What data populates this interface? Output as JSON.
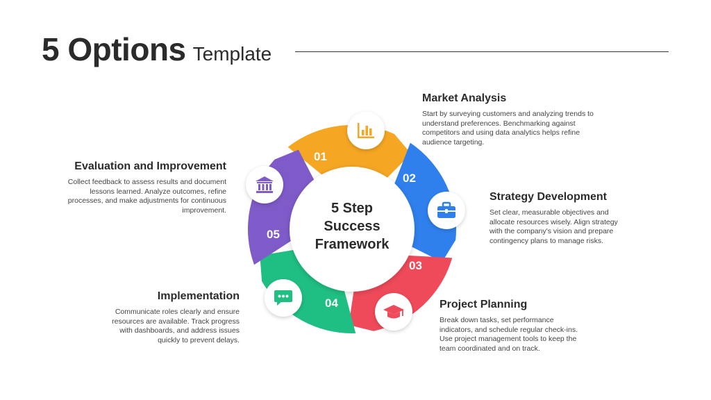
{
  "title": {
    "main": "5 Options",
    "sub": "Template"
  },
  "center": {
    "line1": "5 Step",
    "line2": "Success",
    "line3": "Framework"
  },
  "colors": {
    "step1": "#F5A623",
    "step2": "#2F80ED",
    "step3": "#EF4A5A",
    "step4": "#1FBF83",
    "step5": "#7E5BC9"
  },
  "steps": [
    {
      "number": "01",
      "title": "Market Analysis",
      "icon": "bar-chart-icon",
      "text": "Start by surveying customers and analyzing trends to understand preferences. Benchmarking against competitors and using data analytics helps refine audience targeting."
    },
    {
      "number": "02",
      "title": "Strategy Development",
      "icon": "briefcase-icon",
      "text": "Set clear, measurable objectives and allocate resources wisely. Align strategy with the company's vision and prepare contingency plans to manage risks."
    },
    {
      "number": "03",
      "title": "Project Planning",
      "icon": "graduation-cap-icon",
      "text": "Break down tasks, set performance indicators, and schedule regular check-ins. Use project management tools to keep the team coordinated and on track."
    },
    {
      "number": "04",
      "title": "Implementation",
      "icon": "chat-bubble-icon",
      "text": "Communicate roles clearly and ensure resources are available. Track progress with dashboards, and address issues quickly to prevent delays."
    },
    {
      "number": "05",
      "title": "Evaluation and Improvement",
      "icon": "bank-icon",
      "text": "Collect feedback to assess results and document lessons learned. Analyze outcomes, refine processes, and make adjustments for continuous improvement."
    }
  ]
}
